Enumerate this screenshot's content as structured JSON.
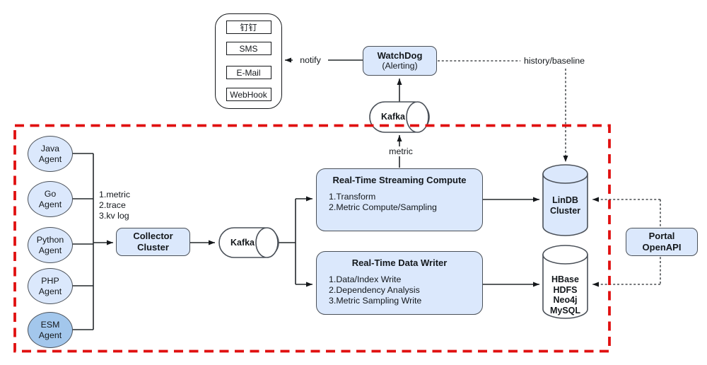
{
  "colors": {
    "node_fill": "#dbe8fc",
    "esm_agent_fill": "#a3c7ec",
    "boundary_red": "#e01010",
    "shape_border": "#4a5058"
  },
  "notification_group": {
    "channels": [
      "钉钉",
      "SMS",
      "E-Mail",
      "WebHook"
    ]
  },
  "watchdog": {
    "name": "WatchDog",
    "role": "(Alerting)"
  },
  "edge_labels": {
    "notify": "notify",
    "history_baseline": "history/baseline",
    "metric": "metric"
  },
  "agents": [
    {
      "label": "Java\nAgent"
    },
    {
      "label": "Go\nAgent"
    },
    {
      "label": "Python\nAgent"
    },
    {
      "label": "PHP\nAgent"
    },
    {
      "label": "ESM\nAgent"
    }
  ],
  "agent_data_types": [
    "1.metric",
    "2.trace",
    "3.kv log"
  ],
  "collector_cluster": {
    "label": "Collector\nCluster"
  },
  "kafka_top": {
    "label": "Kafka"
  },
  "kafka_mid": {
    "label": "Kafka"
  },
  "streaming_compute": {
    "title": "Real-Time Streaming Compute",
    "steps": [
      "1.Transform",
      "2.Metric Compute/Sampling"
    ]
  },
  "data_writer": {
    "title": "Real-Time Data Writer",
    "steps": [
      "1.Data/Index Write",
      "2.Dependency Analysis",
      "3.Metric Sampling Write"
    ]
  },
  "lindb_cluster": {
    "label": "LinDB\nCluster"
  },
  "storage_cluster": {
    "label": "HBase\nHDFS\nNeo4j\nMySQL"
  },
  "portal": {
    "label": "Portal\nOpenAPI"
  }
}
